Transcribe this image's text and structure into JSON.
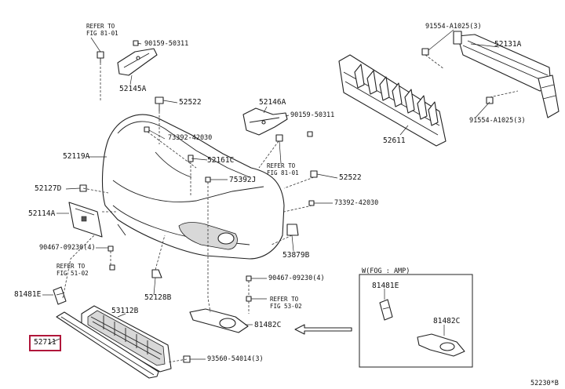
{
  "diagram": {
    "labels": {
      "refer_fig_81_01_top": "REFER TO\nFIG 81-01",
      "p90159_50311_top": "90159-50311",
      "p52145A": "52145A",
      "p52522_top": "52522",
      "p73392_42030_top": "73392-42030",
      "p52119A": "52119A",
      "p52127D": "52127D",
      "p52114A": "52114A",
      "p90467_09230_left": "90467-09230(4)",
      "refer_fig_51_02": "REFER TO\nFIG 51-02",
      "p81481E_left": "81481E",
      "p52128B": "52128B",
      "p52161C": "52161C",
      "p75392J": "75392J",
      "p52146A": "52146A",
      "p90159_50311_mid": "90159-50311",
      "refer_fig_81_01_mid": "REFER TO\nFIG 81-01",
      "p52522_mid": "52522",
      "p73392_42030_mid": "73392-42030",
      "p53879B": "53879B",
      "p90467_09230_mid": "90467-09230(4)",
      "refer_fig_53_02": "REFER TO\nFIG 53-02",
      "p81482C_main": "81482C",
      "p53112B": "53112B",
      "p52711": "52711",
      "p93560_54014": "93560-54014(3)",
      "p91554_A1025_top": "91554-A1025(3)",
      "p52131A": "52131A",
      "p52611": "52611",
      "p91554_A1025_bot": "91554-A1025(3)",
      "inset_title": "W(FOG : AMP)",
      "p81481E_inset": "81481E",
      "p81482C_inset": "81482C",
      "figure_code": "52230*B"
    }
  }
}
